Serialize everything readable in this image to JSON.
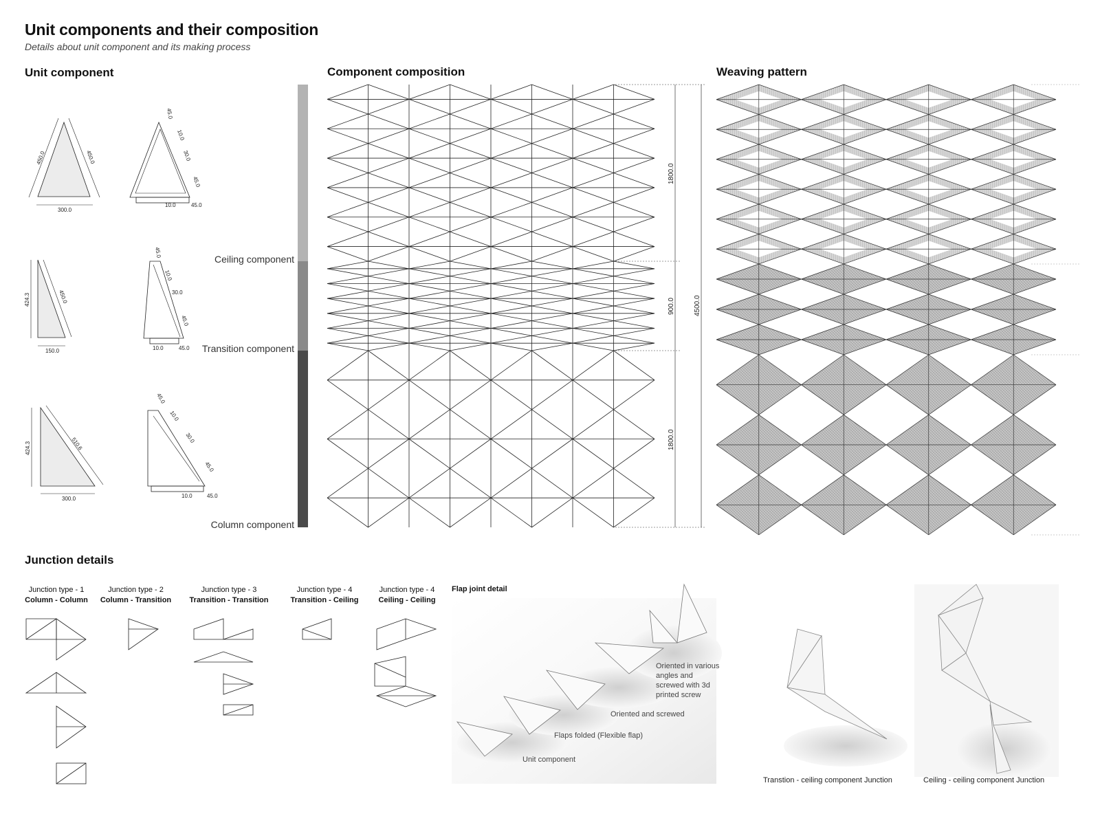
{
  "header": {
    "title": "Unit components and their composition",
    "subtitle": "Details about unit component and its making process"
  },
  "sections": {
    "unit_component": "Unit component",
    "component_composition": "Component composition",
    "weaving_pattern": "Weaving pattern",
    "junction_details": "Junction details"
  },
  "unit_dims": {
    "ceiling": {
      "left": "450.0",
      "right": "450.0",
      "base": "300.0"
    },
    "transition": {
      "height": "424.3",
      "hyp": "450.0",
      "base": "150.0"
    },
    "column": {
      "height": "424.3",
      "hyp": "510.6",
      "base": "300.0"
    },
    "flap": {
      "a": "45.0",
      "b": "10.0",
      "c": "30.0",
      "d": "45.0",
      "e": "10.0",
      "f": "45.0"
    }
  },
  "legend": {
    "ceiling": "Ceiling component",
    "transition": "Transition component",
    "column": "Column component",
    "colors": {
      "ceiling": "#b3b3b3",
      "transition": "#8a8a8a",
      "column": "#4a4a4a"
    }
  },
  "composition_dims": {
    "top": "1800.0",
    "mid": "900.0",
    "bottom": "1800.0",
    "total": "4500.0"
  },
  "junctions": [
    {
      "type": "Junction type - 1",
      "name": "Column - Column"
    },
    {
      "type": "Junction type - 2",
      "name": "Column - Transition"
    },
    {
      "type": "Junction type - 3",
      "name": "Transition - Transition"
    },
    {
      "type": "Junction type - 4",
      "name": "Transition - Ceiling"
    },
    {
      "type": "Junction type - 4",
      "name": "Ceiling - Ceiling"
    }
  ],
  "flap_joint": {
    "title": "Flap joint detail",
    "steps": [
      "Unit component",
      "Flaps folded (Flexible flap)",
      "Oriented and screwed",
      "Oriented in various angles and screwed with 3d printed screw"
    ]
  },
  "renders": {
    "transition_ceiling": "Transtion - ceiling component Junction",
    "ceiling_ceiling": "Ceiling - ceiling component Junction"
  }
}
